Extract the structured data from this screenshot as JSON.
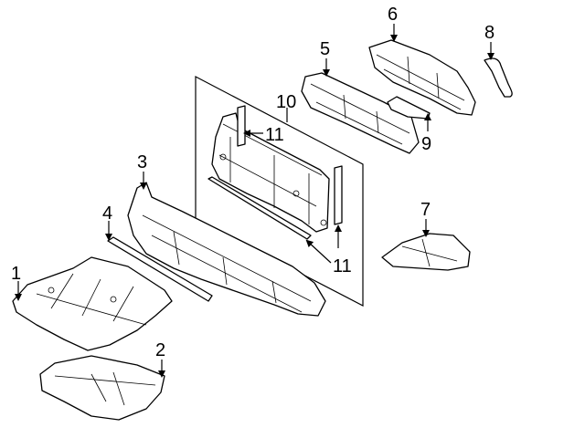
{
  "callouts": [
    {
      "id": "1",
      "label": "1"
    },
    {
      "id": "2",
      "label": "2"
    },
    {
      "id": "3",
      "label": "3"
    },
    {
      "id": "4",
      "label": "4"
    },
    {
      "id": "5",
      "label": "5"
    },
    {
      "id": "6",
      "label": "6"
    },
    {
      "id": "7",
      "label": "7"
    },
    {
      "id": "8",
      "label": "8"
    },
    {
      "id": "9",
      "label": "9"
    },
    {
      "id": "10",
      "label": "10"
    },
    {
      "id": "11a",
      "label": "11"
    },
    {
      "id": "11b",
      "label": "11"
    }
  ],
  "colors": {
    "line": "#000000",
    "background": "#ffffff"
  }
}
